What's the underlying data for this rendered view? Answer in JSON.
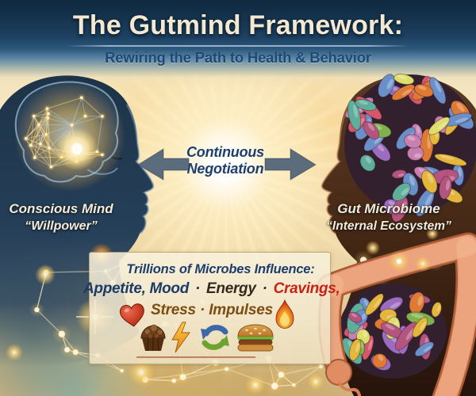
{
  "header": {
    "title": "The Gutmind Framework:",
    "subtitle": "Rewiring the Path to Health & Behavior"
  },
  "negotiation": {
    "line1": "Continuous",
    "line2": "Negotiation"
  },
  "left_figure": {
    "title": "Conscious Mind",
    "subtitle": "“Willpower”"
  },
  "right_figure": {
    "title": "Gut Microbiome",
    "subtitle": "“Internal Ecosystem”"
  },
  "influence_panel": {
    "heading": "Trillions of Microbes Influence:",
    "items_line": {
      "appetite_mood": "Appetite, Mood",
      "sep1": "·",
      "energy": "Energy",
      "sep2": "·",
      "cravings": "Cravings,"
    },
    "stress_line": "Stress · Impulses",
    "icons": [
      "heart",
      "chocolate-truffle",
      "lightning-bolt",
      "gut-brain-cycle",
      "hamburger",
      "flame"
    ]
  },
  "colors": {
    "header_navy": "#16354f",
    "title_cream": "#f3e9d2",
    "subtitle_navy": "#1d4976",
    "negotiation_navy": "#1c3f6e",
    "arrow_gray": "#5b6c7d",
    "label_cream": "#f4ecd8",
    "panel_cream": "#f2e9d0",
    "heading_navy": "#1d3d6b",
    "energy_dark": "#33291c",
    "cravings_red": "#c92214",
    "stress_brown": "#7d4c12",
    "left_head_navy": "#22384d",
    "right_head_brown": "#4a2d1c",
    "intestine_salmon": "#e08d64",
    "glow_gold": "#f5c860",
    "microbe_palette": [
      "#c77fb0",
      "#9c6cc0",
      "#7fb24a",
      "#e4b63a",
      "#df7a33",
      "#d8566a",
      "#5fae9a",
      "#dede6a",
      "#b4557f",
      "#6a8fc9"
    ]
  }
}
